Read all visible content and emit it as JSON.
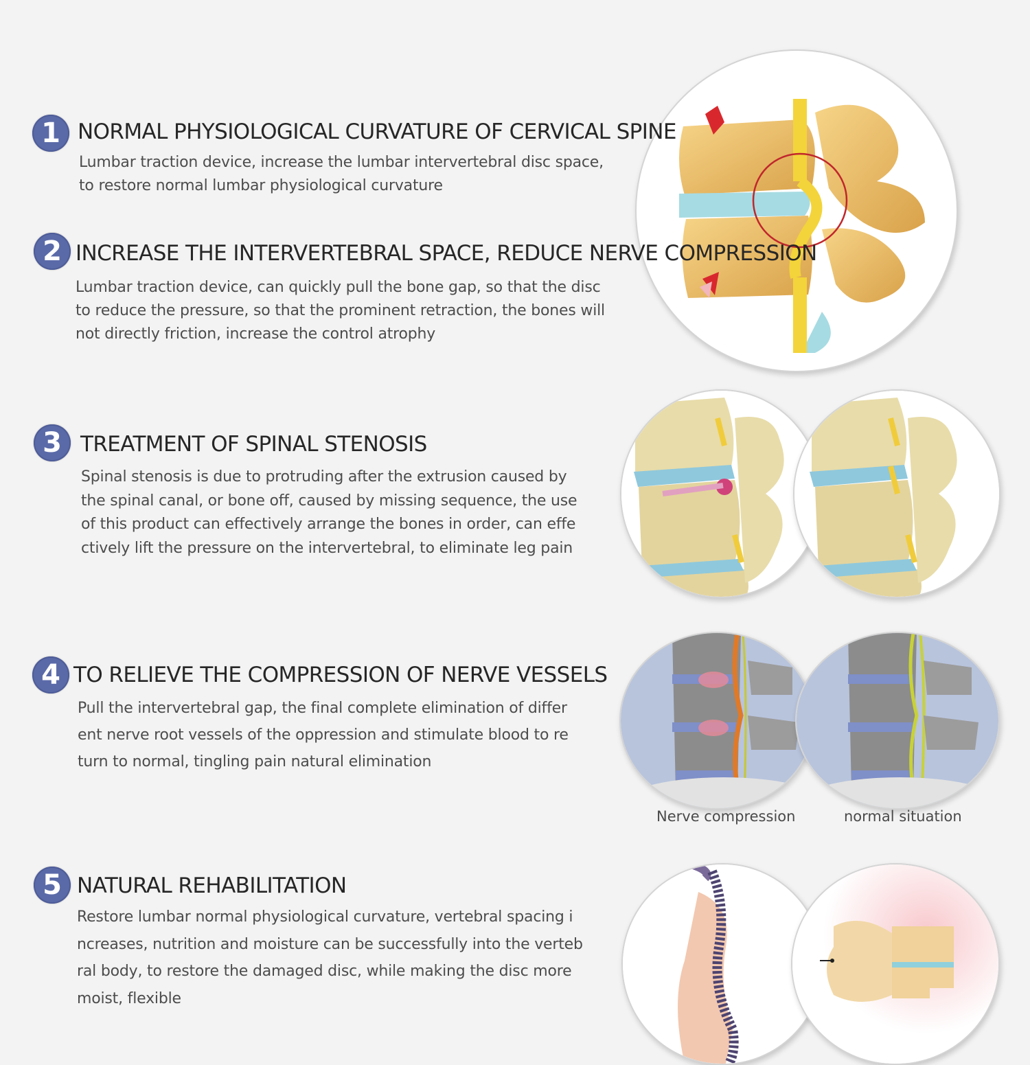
{
  "sections": [
    {
      "number": "1",
      "title": "NORMAL PHYSIOLOGICAL CURVATURE OF CERVICAL SPINE",
      "body": [
        "Lumbar traction device, increase the lumbar intervertebral disc space,",
        "to restore normal lumbar physiological curvature"
      ]
    },
    {
      "number": "2",
      "title": "INCREASE THE INTERVERTEBRAL SPACE, REDUCE NERVE COMPRESSION",
      "body": [
        "Lumbar traction device, can quickly pull the bone gap, so that the disc",
        "to reduce the pressure, so that the prominent retraction, the bones will",
        "not directly friction, increase the control atrophy"
      ]
    },
    {
      "number": "3",
      "title": "TREATMENT OF SPINAL STENOSIS",
      "body": [
        "Spinal stenosis is due to protruding after the extrusion caused by",
        "the spinal canal, or bone off, caused by missing sequence, the use",
        "of this product can effectively arrange the bones in order, can effe",
        "ctively lift the pressure on the intervertebral, to eliminate leg pain"
      ]
    },
    {
      "number": "4",
      "title": "TO RELIEVE THE COMPRESSION OF NERVE VESSELS",
      "body": [
        "Pull the intervertebral gap, the final complete elimination of differ",
        "ent nerve root vessels of the oppression and stimulate blood to re",
        "turn to normal, tingling pain natural elimination"
      ]
    },
    {
      "number": "5",
      "title": "NATURAL REHABILITATION",
      "body": [
        "Restore lumbar normal physiological curvature, vertebral spacing i",
        "ncreases, nutrition and moisture can be successfully into the verteb",
        "ral body, to restore the damaged disc, while making the disc more",
        "moist, flexible"
      ]
    }
  ],
  "illustrations": {
    "lumbar_disc_herniation": "lumbar-vertebra-compressed-nerve-illustration",
    "stenosis_before": "spinal-stenosis-bulging-disc-illustration",
    "stenosis_after": "spinal-normal-disc-illustration",
    "nerve_before_caption": "Nerve compression",
    "nerve_after_caption": "normal situation",
    "rehab_posture": "human-spine-profile-illustration",
    "rehab_vertebra": "healthy-vertebra-disc-illustration"
  },
  "colors": {
    "background": "#f3f3f3",
    "badge": "#5a6aa8",
    "title_text": "#262626",
    "body_text": "#4c4c4c",
    "bone": "#e8c27a",
    "disc": "#9fd8e0",
    "nerve": "#f2d23a",
    "highlight_red": "#c0262c"
  }
}
